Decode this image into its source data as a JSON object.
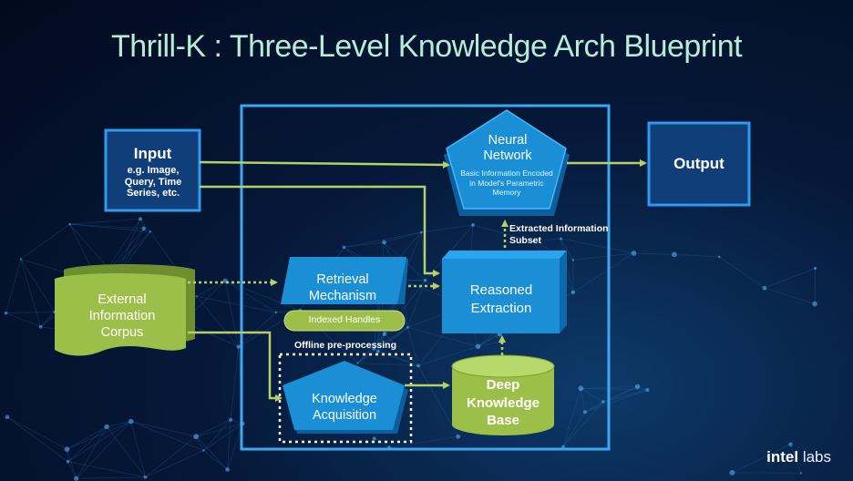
{
  "title": "Thrill-K : Three-Level Knowledge Arch Blueprint",
  "input": {
    "label": "Input",
    "sub": "e.g. Image, Query, Time Series, etc."
  },
  "output": {
    "label": "Output"
  },
  "neural_network": {
    "label": "Neural Network",
    "sub": "Basic Information Encoded in Model's Parametric Memory"
  },
  "extracted_info": "Extracted Information Subset",
  "retrieval": {
    "label": "Retrieval Mechanism",
    "handles": "Indexed Handles"
  },
  "reasoned_extraction": "Reasoned Extraction",
  "external_corpus": "External Information Corpus",
  "offline": "Offline pre-processing",
  "knowledge_acquisition": "Knowledge Acquisition",
  "deep_kb": "Deep Knowledge Base",
  "brand": {
    "intel": "intel",
    "labs": "labs"
  },
  "colors": {
    "title": "#b6ecd8",
    "box_fill": "#1a8fd6",
    "box_border": "#37b0ff",
    "arrow": "#b5cf6a",
    "green_shape": "#8fb13e",
    "frame": "#3aa9f5"
  }
}
